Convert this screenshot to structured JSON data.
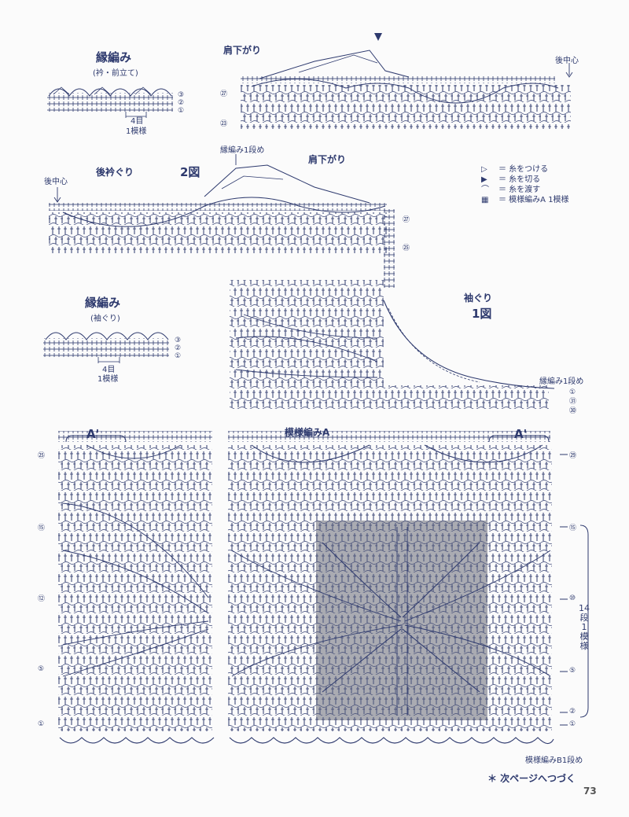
{
  "labels": {
    "edge_collar": "縁編み",
    "edge_collar_sub": "(衿・前立て)",
    "shoulder_top": "肩下がり",
    "back_center_top": "後中心",
    "rep_collar_1": "4目",
    "rep_collar_2": "1模様",
    "edge_row1": "縁編み1段め",
    "shoulder_mid": "肩下がり",
    "back_neck": "後衿ぐり",
    "fig2": "2図",
    "back_center_mid": "後中心",
    "edge_arm": "縁編み",
    "edge_arm_sub": "(袖ぐり)",
    "rep_arm_1": "4目",
    "rep_arm_2": "1模様",
    "armhole": "袖ぐり",
    "fig1": "1図",
    "edge_arm_row1": "縁編み1段め",
    "a_prime_left": "A'",
    "a_prime_right": "A'",
    "pattern_a": "模様編みA",
    "repeat_vertical": "14段1模様",
    "pattern_b_row1": "模様編みB1段め",
    "continue_note": "＊ 次ページへつづく",
    "page_number": "73"
  },
  "legend": [
    {
      "symbol": "▷",
      "text": "＝ 糸をつける"
    },
    {
      "symbol": "▶",
      "text": "＝ 糸を切る"
    },
    {
      "symbol": "⌒",
      "text": "＝ 糸を渡す"
    },
    {
      "symbol": "▦",
      "text": "＝ 模様編みA 1模様"
    }
  ],
  "row_markers_left": [
    "㉕",
    "⑮",
    "⑫",
    "⑤",
    "①"
  ],
  "row_markers_right": [
    "㉙",
    "⑮",
    "⑩",
    "⑤",
    "②",
    "①"
  ],
  "row_markers_top": [
    "㉗",
    "㉓"
  ],
  "row_markers_mid": [
    "㉗",
    "㉕",
    "㉛",
    "㉚",
    "①"
  ],
  "edging_rows": [
    "③",
    "②",
    "①"
  ],
  "colors": {
    "ink": "#2e3a6e",
    "shade": "#8f9099",
    "paper": "#fbfbfb"
  }
}
